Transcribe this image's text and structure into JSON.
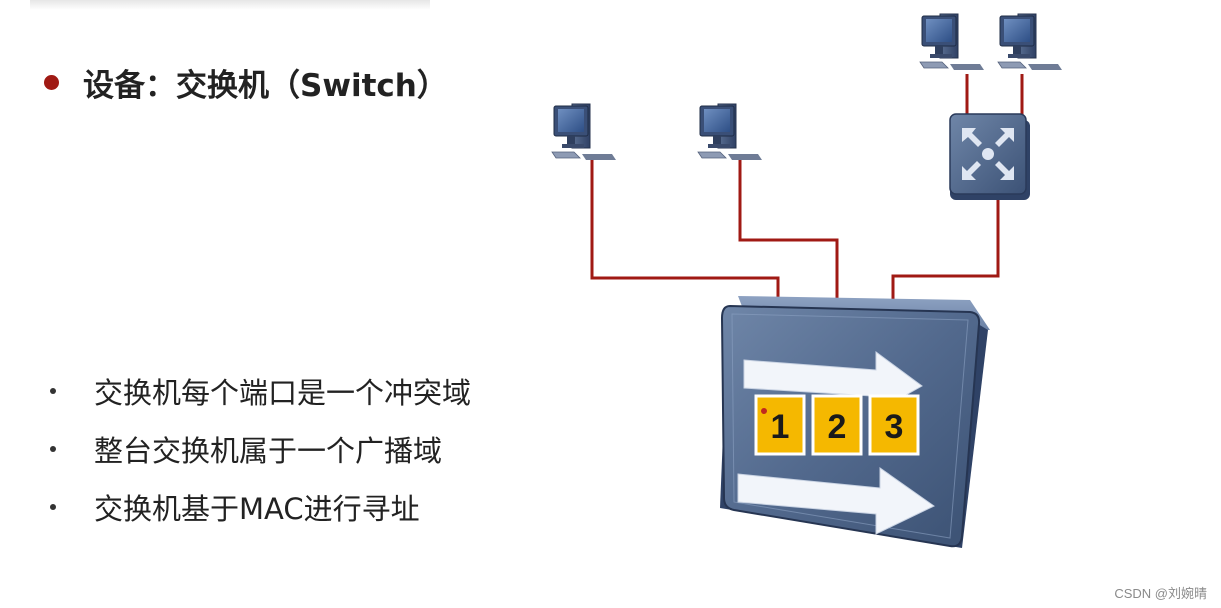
{
  "heading": "设备：交换机（Switch）",
  "bullets": [
    "交换机每个端口是一个冲突域",
    "整台交换机属于一个广播域",
    "交换机基于MAC进行寻址"
  ],
  "ports": [
    "1",
    "2",
    "3"
  ],
  "watermark": "CSDN @刘婉晴",
  "colors": {
    "bullet_dot": "#a01a14",
    "link_line": "#a01a14",
    "switch_face": "#4f6688",
    "port_fill": "#f5b800"
  }
}
